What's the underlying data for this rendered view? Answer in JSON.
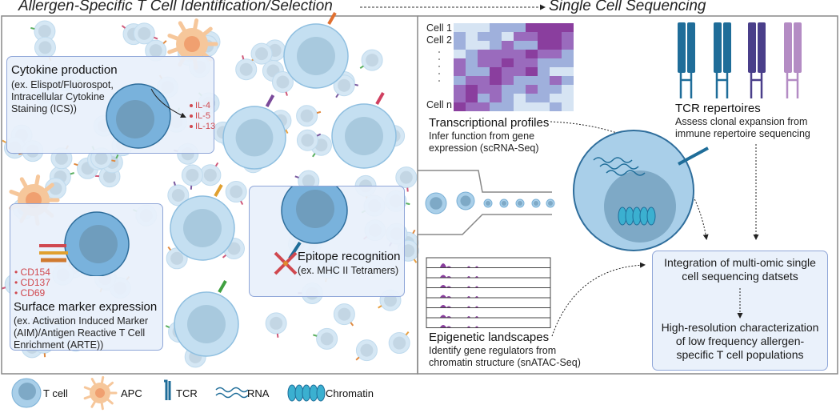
{
  "header": {
    "left_title": "Allergen-Specific T Cell Identification/Selection",
    "right_title": "Single Cell Sequencing"
  },
  "left_panel": {
    "cytokine": {
      "title": "Cytokine production",
      "desc": [
        "(ex. Elispot/Fluorospot,",
        "Intracellular Cytokine",
        "Staining (ICS))"
      ],
      "markers": [
        "IL-4",
        "IL-5",
        "IL-13"
      ]
    },
    "surface": {
      "markers": [
        "CD154",
        "CD137",
        "CD69"
      ],
      "title": "Surface marker expression",
      "desc": [
        "(ex. Activation Induced Marker",
        "(AIM)/Antigen Reactive T Cell",
        "Enrichment (ARTE))"
      ]
    },
    "epitope": {
      "title": "Epitope recognition",
      "desc": "(ex. MHC II Tetramers)"
    }
  },
  "right_panel": {
    "heatmap_labels": [
      "Cell 1",
      "Cell 2",
      "Cell n"
    ],
    "transcriptional": {
      "title": "Transcriptional profiles",
      "desc": [
        "Infer function from gene",
        "expression (scRNA-Seq)"
      ]
    },
    "tcr": {
      "title": "TCR repertoires",
      "desc": [
        "Assess clonal expansion from",
        "immune repertoire sequencing"
      ],
      "colors": [
        "#1f6d99",
        "#1f6d99",
        "#4a3f8a",
        "#b48cc4"
      ]
    },
    "epigenetic": {
      "title": "Epigenetic landscapes",
      "desc": [
        "Identify gene regulators from",
        "chromatin structure (snATAC-Seq)"
      ]
    },
    "integration": {
      "title": [
        "Integration of multi-omic single",
        "cell sequencing datsets"
      ],
      "result": [
        "High-resolution characterization",
        "of low frequency allergen-",
        "specific T cell populations"
      ]
    }
  },
  "legend": [
    {
      "label": "T cell",
      "icon": "t-cell-icon"
    },
    {
      "label": "APC",
      "icon": "apc-icon"
    },
    {
      "label": "TCR",
      "icon": "tcr-icon"
    },
    {
      "label": "RNA",
      "icon": "rna-icon"
    },
    {
      "label": "Chromatin",
      "icon": "chromatin-icon"
    }
  ],
  "colors": {
    "cell": "#a9cfe9",
    "cell_border": "#2f6e9c",
    "nucleus": "#7ea9c6",
    "apc": "#f6c79b",
    "box_fill": "#e8f0fb",
    "box_border": "#8fa6d8",
    "heatmap": [
      "#d6e4f3",
      "#9fb0dc",
      "#9a6bbd",
      "#8a3e9e"
    ],
    "marker_red": "#d0484f"
  }
}
